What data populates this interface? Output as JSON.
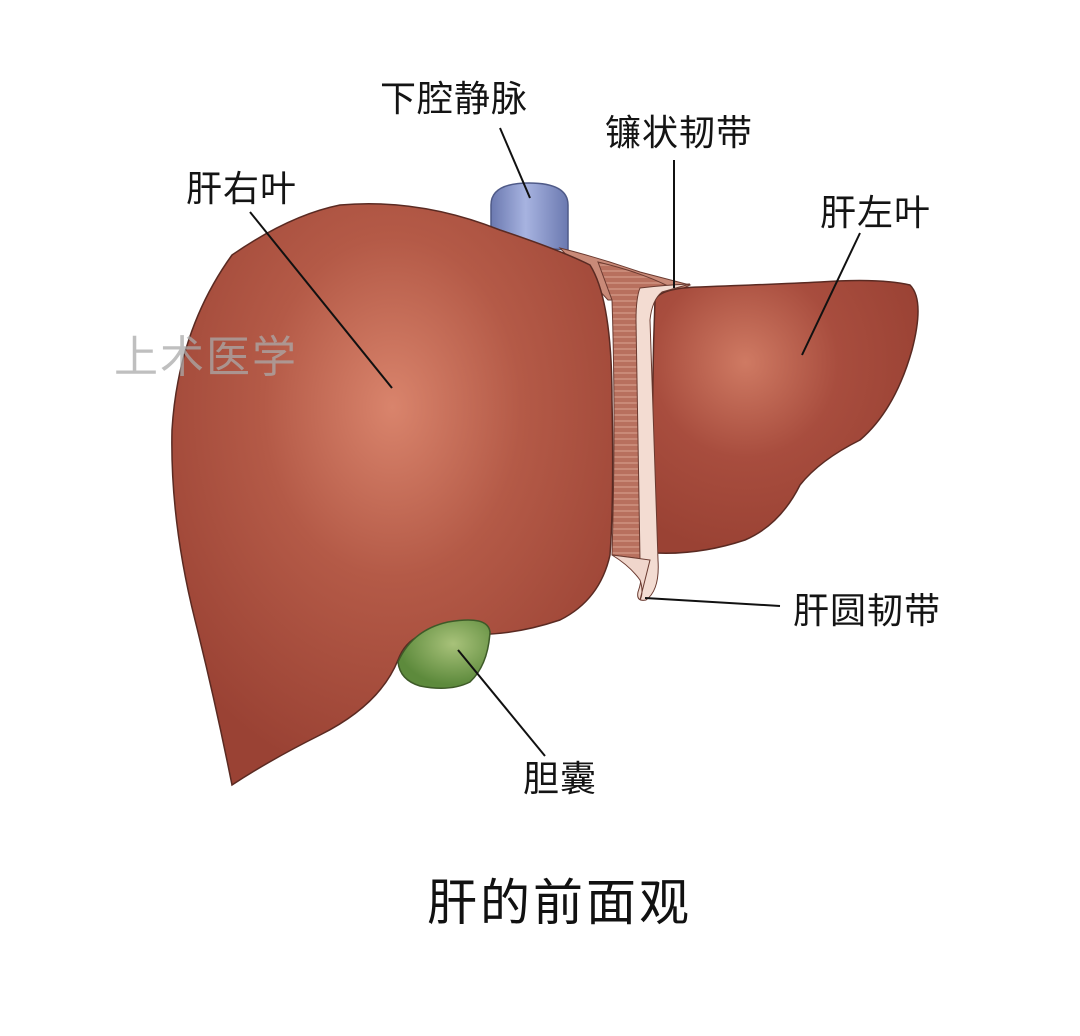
{
  "diagram": {
    "title": "肝的前面观",
    "watermark": "上术医学",
    "labels": {
      "ivc": "下腔静脉",
      "falciform_ligament": "镰状韧带",
      "right_lobe": "肝右叶",
      "left_lobe": "肝左叶",
      "round_ligament": "肝圆韧带",
      "gallbladder": "胆囊"
    },
    "colors": {
      "liver": "#a44a3c",
      "liver_highlight": "#d9846c",
      "liver_outline": "#5a2a22",
      "ivc": "#7f8fc4",
      "gallbladder": "#6f9a4c",
      "ligament": "#f1d6cc",
      "leader_line": "#111111"
    }
  }
}
